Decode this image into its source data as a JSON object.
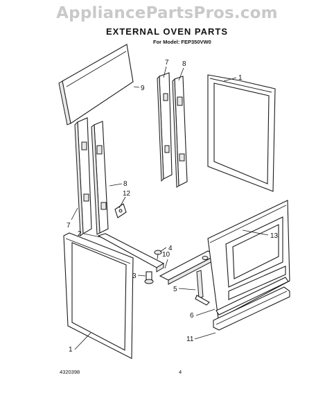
{
  "watermark": "AppliancePartsPros.com",
  "title": "EXTERNAL OVEN PARTS",
  "model": "For Model: FEP350VW0",
  "footer": {
    "doc_number": "4320398",
    "page_number": "4"
  },
  "callouts": {
    "c9": "9",
    "c7a": "7",
    "c8a": "8",
    "c1a": "1",
    "c8b": "8",
    "c12": "12",
    "c7b": "7",
    "c2": "2",
    "c4": "4",
    "c10": "10",
    "c3": "3",
    "c13": "13",
    "c5": "5",
    "c6": "6",
    "c11": "11",
    "c1b": "1"
  }
}
